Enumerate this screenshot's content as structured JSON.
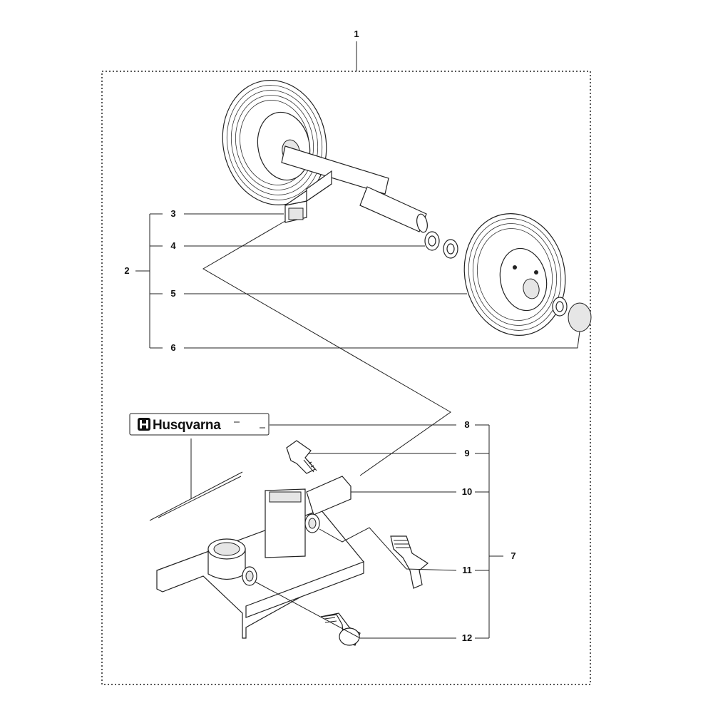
{
  "callouts": {
    "c1": "1",
    "c2": "2",
    "c3": "3",
    "c4": "4",
    "c5": "5",
    "c6": "6",
    "c7": "7",
    "c8": "8",
    "c9": "9",
    "c10": "10",
    "c11": "11",
    "c12": "12"
  },
  "decal": {
    "brand": "Husqvarna"
  },
  "icons": {
    "brand_logo": "husqvarna-crown-h-logo"
  }
}
